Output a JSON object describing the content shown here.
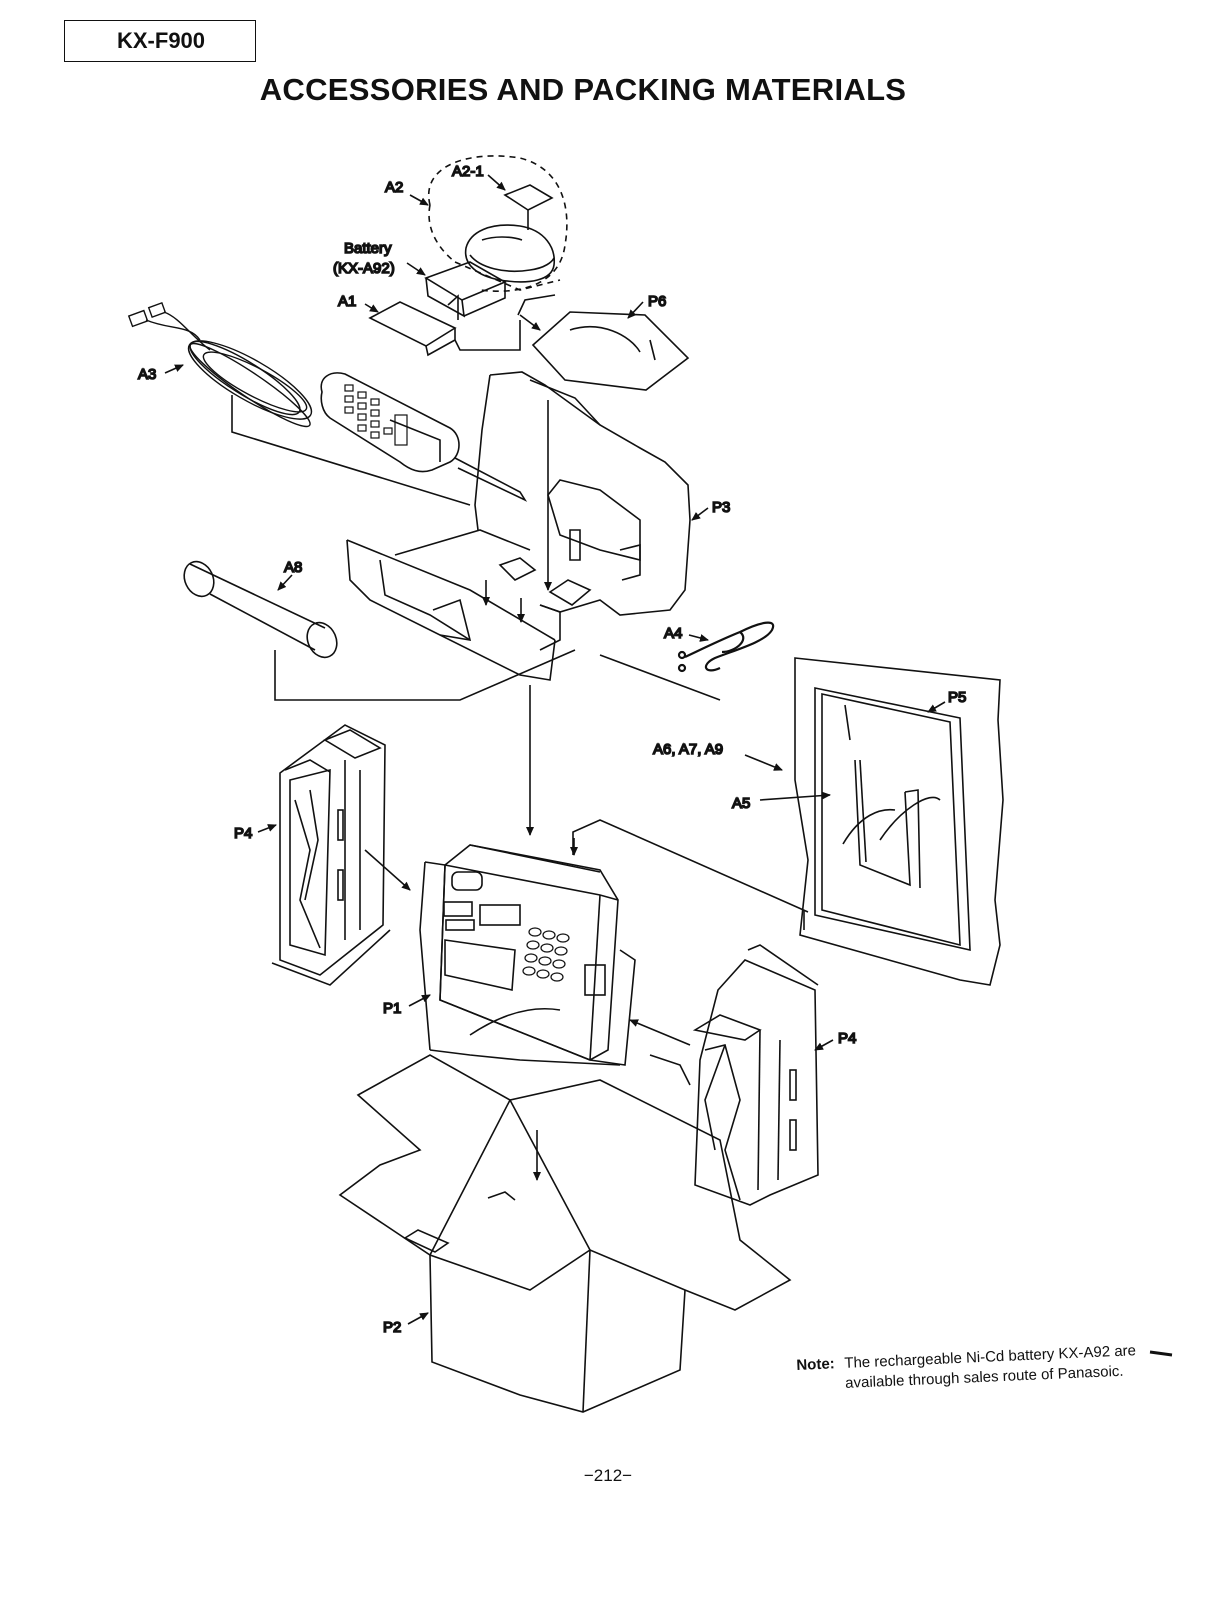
{
  "header": {
    "model": "KX-F900",
    "title": "ACCESSORIES AND PACKING MATERIALS"
  },
  "labels": {
    "a2": "A2",
    "a2_1": "A2-1",
    "battery": "Battery",
    "battery_model": "(KX-A92)",
    "a1": "A1",
    "p6": "P6",
    "a3": "A3",
    "p3": "P3",
    "a8": "A8",
    "a4": "A4",
    "p5": "P5",
    "a6_a7_a9": "A6, A7, A9",
    "a5": "A5",
    "p4_left": "P4",
    "p1": "P1",
    "p4_right": "P4",
    "p2": "P2"
  },
  "note": {
    "label": "Note:",
    "text": "The rechargeable Ni-Cd battery KX-A92 are available through sales route of Panasoic."
  },
  "page_number": "−212−"
}
